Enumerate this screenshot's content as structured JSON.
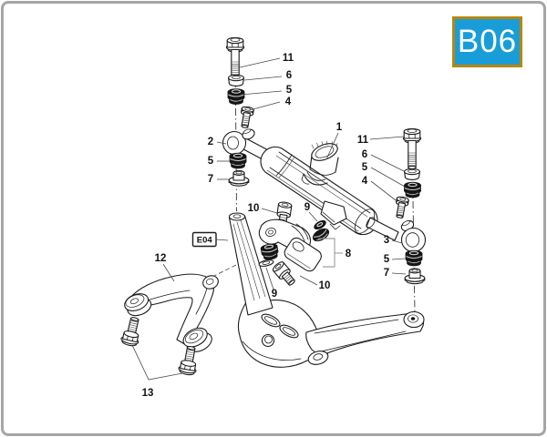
{
  "page": {
    "background": "#ffffff",
    "frame_color": "#a6a6a6"
  },
  "badge": {
    "label": "B06",
    "bg_color": "#199dd9",
    "border_color": "#b8860b",
    "text_color": "#ffffff"
  },
  "diagram": {
    "type": "exploded-parts-diagram",
    "subject": "steering damper assembly with lower yoke and bracket",
    "line_color": "#1c1c1c",
    "rubber_color": "#161616",
    "ref_box": {
      "label": "E04"
    },
    "callouts": [
      {
        "label": "11"
      },
      {
        "label": "6"
      },
      {
        "label": "5"
      },
      {
        "label": "4"
      },
      {
        "label": "2"
      },
      {
        "label": "5"
      },
      {
        "label": "7"
      },
      {
        "label": "1"
      },
      {
        "label": "11"
      },
      {
        "label": "6"
      },
      {
        "label": "5"
      },
      {
        "label": "4"
      },
      {
        "label": "3"
      },
      {
        "label": "5"
      },
      {
        "label": "7"
      },
      {
        "label": "10"
      },
      {
        "label": "9"
      },
      {
        "label": "8"
      },
      {
        "label": "9"
      },
      {
        "label": "10"
      },
      {
        "label": "12"
      },
      {
        "label": "13"
      }
    ]
  }
}
